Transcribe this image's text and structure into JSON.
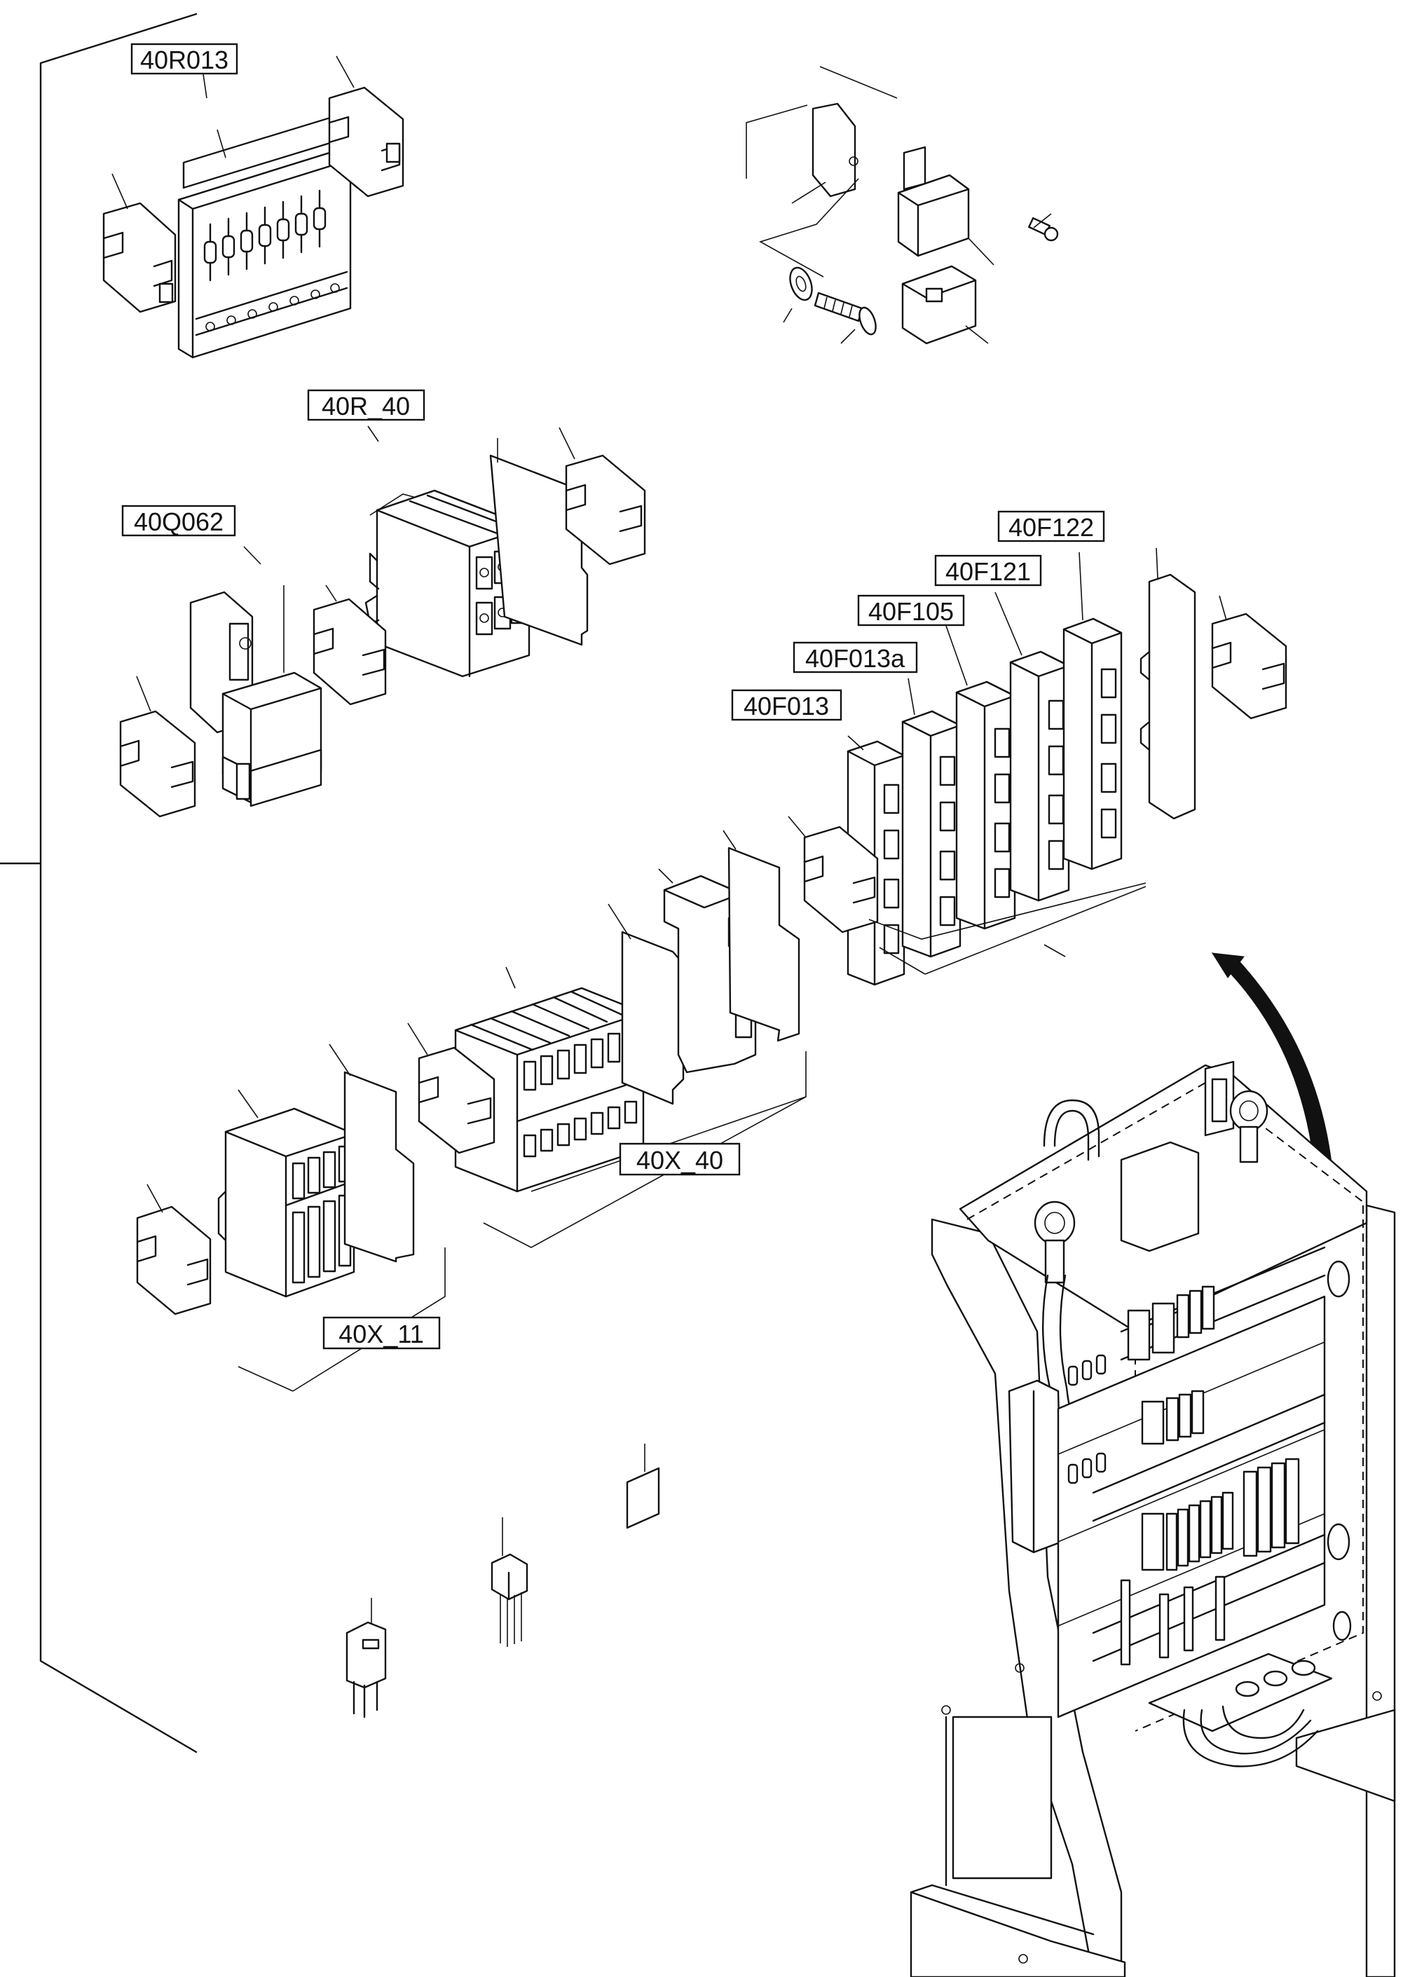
{
  "labels": {
    "r013": "40R013",
    "r40": "40R_40",
    "q062": "40Q062",
    "f122": "40F122",
    "f121": "40F121",
    "f105": "40F105",
    "f013a": "40F013a",
    "f013": "40F013",
    "x40": "40X_40",
    "x11": "40X_11"
  },
  "colors": {
    "ink": "#111111",
    "paper": "#ffffff"
  }
}
